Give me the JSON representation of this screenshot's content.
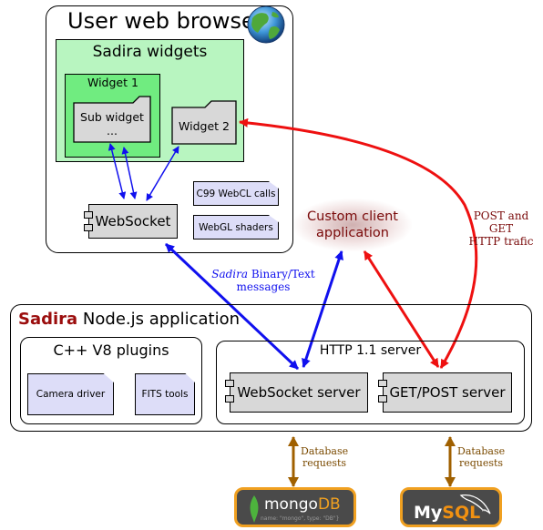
{
  "browser": {
    "title": "User web browser",
    "globe_icon": "globe-icon"
  },
  "widgets": {
    "title": "Sadira widgets",
    "widget1": "Widget 1",
    "subwidget": "Sub widget",
    "subwidget_dots": "...",
    "widget2": "Widget 2",
    "websocket": "WebSocket",
    "webcl": "C99 WebCL calls",
    "webgl": "WebGL shaders"
  },
  "client": {
    "line1": "Custom client",
    "line2": "application"
  },
  "labels": {
    "binary_text_em": "Sadira",
    "binary_text_rest": " Binary/Text",
    "binary_text_line2": "messages",
    "post_get_line1": "POST and GET",
    "post_get_line2": "HTTP trafic",
    "db_requests_line1": "Database",
    "db_requests_line2": "requests"
  },
  "nodeapp": {
    "title_brand": "Sadira",
    "title_rest": " Node.js application",
    "plugins_title": "C++ V8 plugins",
    "camera": "Camera driver",
    "fits": "FITS tools",
    "http_title": "HTTP 1.1 server",
    "ws_server": "WebSocket server",
    "getpost_server": "GET/POST server"
  },
  "databases": {
    "mongo": "mongoDB",
    "mongo_prefix": "mongo",
    "mongo_suffix": "DB",
    "mongo_caption": "name: \"mongo\", type: \"DB\"}",
    "mysql_prefix": "My",
    "mysql_suffix": "SQL",
    "mysql_tm": "™"
  },
  "colors": {
    "widgets_bg": "#b8f5c0",
    "widget1_bg": "#70ec80",
    "note_bg": "#ddddf8",
    "component_bg": "#d8d8d8",
    "blue_arrow": "#1010ee",
    "red_arrow": "#ee1010",
    "brown_arrow": "#a06000",
    "brand_red": "#9b0d0d",
    "db_border": "#f0a020",
    "mongo_green": "#4db33d",
    "mysql_orange": "#f29111"
  }
}
